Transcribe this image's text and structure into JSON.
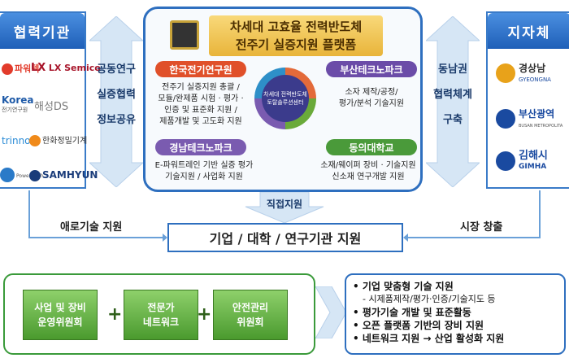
{
  "left_panel": {
    "title": "협력기관",
    "logos": [
      {
        "name": "파워텍",
        "color": "#e23b2b"
      },
      {
        "name": "LX Semicon",
        "color": "#a8162b"
      },
      {
        "name": "Korea",
        "sub": "전기연구원",
        "color": "#1e5aa8"
      },
      {
        "name": "해성DS",
        "color": "#7b7b7b"
      },
      {
        "name": "trinno",
        "color": "#2a8bd6"
      },
      {
        "name": "한화정밀기계",
        "color": "#f08a1a"
      },
      {
        "name": "Power Tech",
        "color": "#2a7ac8"
      },
      {
        "name": "SAMHYUN",
        "color": "#1a3c7a"
      }
    ]
  },
  "left_arrow": {
    "lines": [
      "공동연구",
      "실증협력",
      "정보공유"
    ]
  },
  "center": {
    "title_line1": "차세대 고효율 전력반도체",
    "title_line2": "전주기 실증지원 플랫폼",
    "center_label": "차세대 전력반도체 토탈솔루션센터",
    "quadrants": [
      {
        "name": "한국전기연구원",
        "color": "#e0502a",
        "lines": [
          "전주기 실증지원 총괄 /",
          "모듈/완제품 시험 · 평가 ·",
          "인증 및 표준화 지원 /",
          "제품개발 및 고도화 지원"
        ],
        "red_first": true
      },
      {
        "name": "부산테크노파크",
        "color": "#6b4ca8",
        "lines": [
          "소자 제작/공정/",
          "평가/분석 기술지원"
        ]
      },
      {
        "name": "경남테크노파크",
        "color": "#7a5bb0",
        "lines": [
          "E-파워트레인 기반 실증 평가",
          "기술지원 / 사업화 지원"
        ]
      },
      {
        "name": "동의대학교",
        "color": "#4a9a3a",
        "lines": [
          "소재/웨이퍼 장비 · 기술지원",
          "신소재 연구개발 지원"
        ]
      }
    ]
  },
  "right_arrow": {
    "lines": [
      "동남권",
      "협력체계",
      "구축"
    ]
  },
  "right_panel": {
    "title": "지자체",
    "items": [
      {
        "name": "경상남",
        "sub": "GYEONGNA",
        "color": "#e8a21a"
      },
      {
        "name": "부산광역",
        "sub": "BUSAN METROPOLITA",
        "color": "#1a4aa0"
      },
      {
        "name": "김해시",
        "sub": "GIMHA",
        "color": "#1a4aa0"
      }
    ]
  },
  "direct_support": "직접지원",
  "main_box": "기업 / 대학 / 연구기관 지원",
  "left_flow": "애로기술 지원",
  "right_flow": "시장 창출",
  "bottom_boxes": [
    {
      "line1": "사업 및 장비",
      "line2": "운영위원회"
    },
    {
      "line1": "전문가",
      "line2": "네트워크"
    },
    {
      "line1": "안전관리",
      "line2": "위원회"
    }
  ],
  "support_list": [
    {
      "text": "• 기업 맞춤형 기술 지원",
      "sub": false
    },
    {
      "text": "- 시제품제작/평가·인증/기술지도 등",
      "sub": true
    },
    {
      "text": "• 평가기술 개발 및 표준활동",
      "sub": false
    },
    {
      "text": "• 오픈 플랫폼 기반의 장비 지원",
      "sub": false
    },
    {
      "text": "• 네트워크 지원 → 산업 활성화 지원",
      "sub": false
    }
  ]
}
